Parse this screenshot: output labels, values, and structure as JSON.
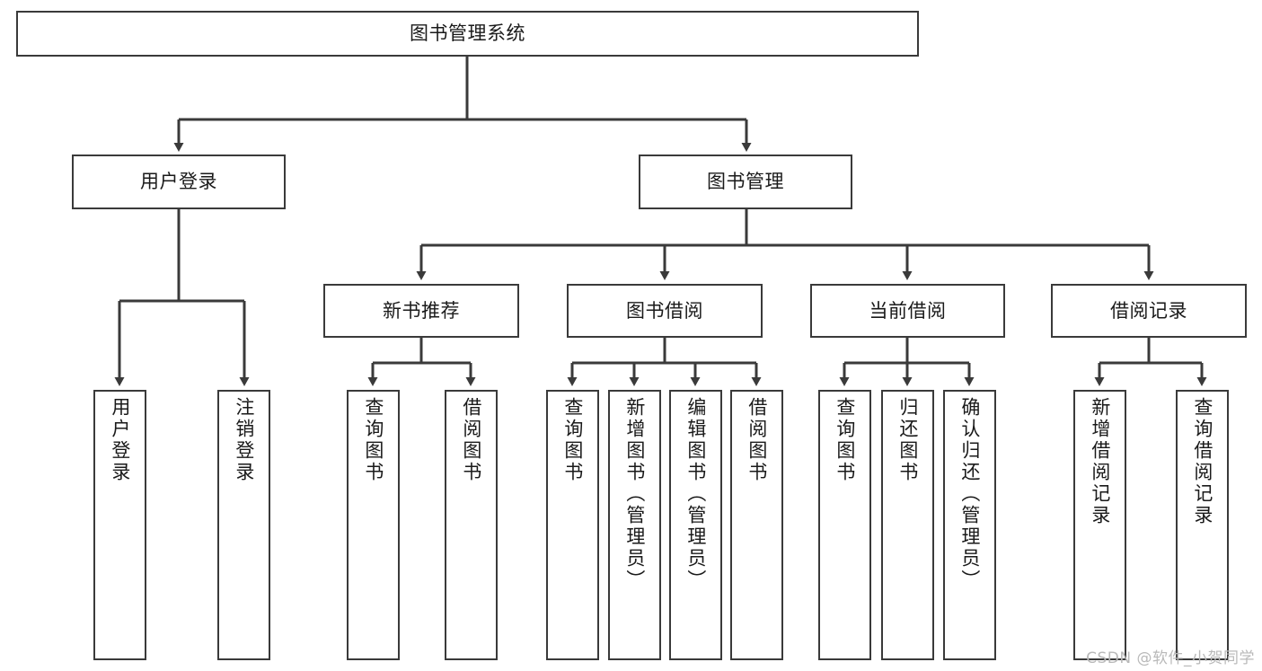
{
  "diagram": {
    "title": "图书管理系统",
    "type": "tree-hierarchy-diagram",
    "colors": {
      "background": "#ffffff",
      "node_border": "#3a3a3a",
      "node_fill": "#ffffff",
      "connector": "#3a3a3a",
      "text": "#1a1a1a",
      "watermark": "#b9b9b9"
    },
    "root": {
      "label": "图书管理系统"
    },
    "level2": [
      {
        "label": "用户登录"
      },
      {
        "label": "图书管理"
      }
    ],
    "level3": [
      {
        "label": "新书推荐"
      },
      {
        "label": "图书借阅"
      },
      {
        "label": "当前借阅"
      },
      {
        "label": "借阅记录"
      }
    ],
    "leaves": {
      "user_login": [
        {
          "label": "用户登录"
        },
        {
          "label": "注销登录"
        }
      ],
      "new_book_recommend": [
        {
          "label": "查询图书"
        },
        {
          "label": "借阅图书"
        }
      ],
      "book_borrow": [
        {
          "label": "查询图书"
        },
        {
          "label": "新增图书（管理员）"
        },
        {
          "label": "编辑图书（管理员）"
        },
        {
          "label": "借阅图书"
        }
      ],
      "current_borrow": [
        {
          "label": "查询图书"
        },
        {
          "label": "归还图书"
        },
        {
          "label": "确认归还（管理员）"
        }
      ],
      "borrow_records": [
        {
          "label": "新增借阅记录"
        },
        {
          "label": "查询借阅记录"
        }
      ]
    }
  },
  "watermark": {
    "text": "CSDN @软件_小贺同学"
  }
}
